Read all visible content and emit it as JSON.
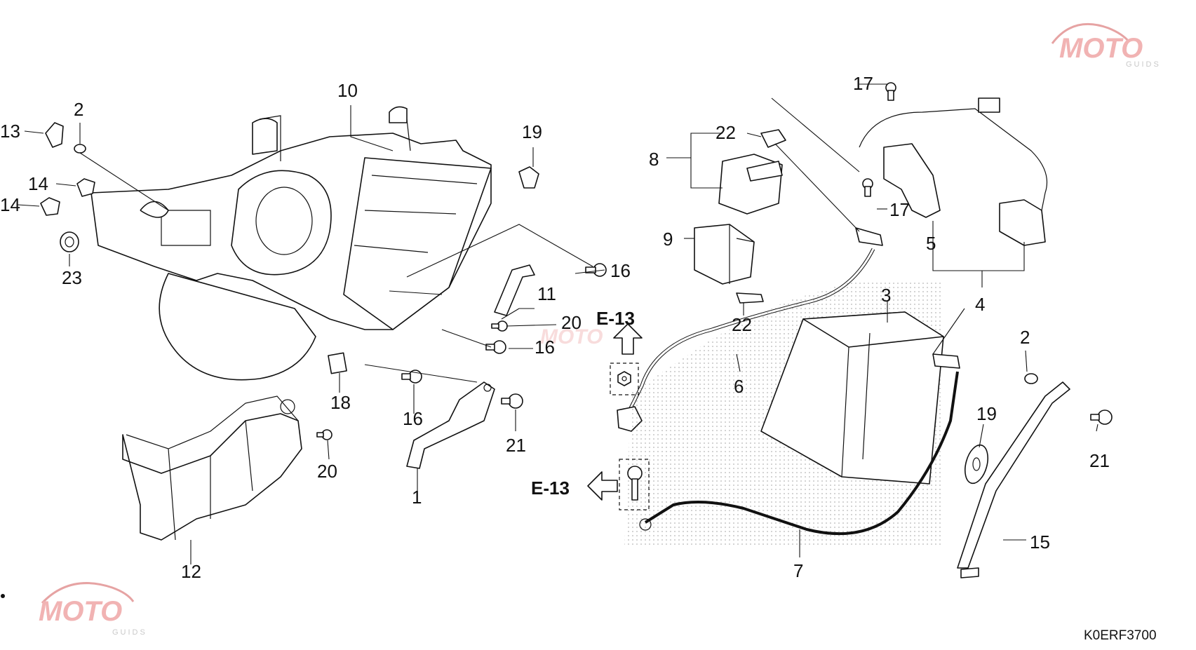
{
  "callouts": [
    {
      "id": "c1",
      "text": "1"
    },
    {
      "id": "c2a",
      "text": "2"
    },
    {
      "id": "c2b",
      "text": "2"
    },
    {
      "id": "c3",
      "text": "3"
    },
    {
      "id": "c4",
      "text": "4"
    },
    {
      "id": "c5",
      "text": "5"
    },
    {
      "id": "c6",
      "text": "6"
    },
    {
      "id": "c7",
      "text": "7"
    },
    {
      "id": "c8",
      "text": "8"
    },
    {
      "id": "c9",
      "text": "9"
    },
    {
      "id": "c10",
      "text": "10"
    },
    {
      "id": "c11",
      "text": "11"
    },
    {
      "id": "c12",
      "text": "12"
    },
    {
      "id": "c13",
      "text": "13"
    },
    {
      "id": "c14a",
      "text": "14"
    },
    {
      "id": "c14b",
      "text": "14"
    },
    {
      "id": "c15",
      "text": "15"
    },
    {
      "id": "c16a",
      "text": "16"
    },
    {
      "id": "c16b",
      "text": "16"
    },
    {
      "id": "c16c",
      "text": "16"
    },
    {
      "id": "c17a",
      "text": "17"
    },
    {
      "id": "c17b",
      "text": "17"
    },
    {
      "id": "c18",
      "text": "18"
    },
    {
      "id": "c19a",
      "text": "19"
    },
    {
      "id": "c19b",
      "text": "19"
    },
    {
      "id": "c20a",
      "text": "20"
    },
    {
      "id": "c20b",
      "text": "20"
    },
    {
      "id": "c21a",
      "text": "21"
    },
    {
      "id": "c21b",
      "text": "21"
    },
    {
      "id": "c22a",
      "text": "22"
    },
    {
      "id": "c22b",
      "text": "22"
    },
    {
      "id": "c23",
      "text": "23"
    }
  ],
  "references": [
    {
      "id": "ref-up",
      "text": "E-13"
    },
    {
      "id": "ref-left",
      "text": "E-13"
    }
  ],
  "diagram_code": "K0ERF3700",
  "watermark": {
    "text": "MOTO",
    "sub": "GUIDS"
  },
  "colors": {
    "line": "#111111",
    "watermark": "#f1b3b3"
  },
  "icons": [
    "bolt-icon",
    "nut-icon",
    "arrow-up-icon",
    "arrow-left-icon"
  ]
}
